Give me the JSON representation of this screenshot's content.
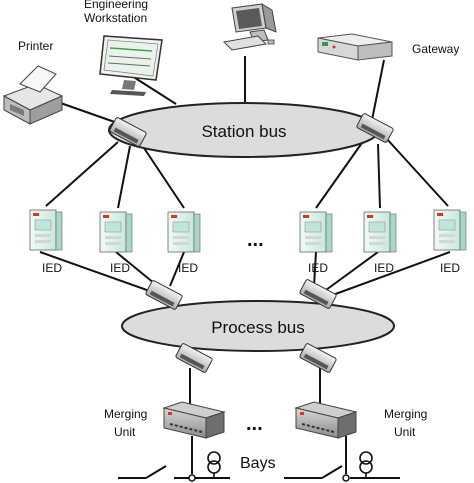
{
  "labels": {
    "engineering_workstation_line1": "Engineering",
    "engineering_workstation_line2": "Workstation",
    "printer": "Printer",
    "gateway": "Gateway",
    "station_bus": "Station bus",
    "process_bus": "Process bus",
    "ied": "IED",
    "ellipsis": "...",
    "merging_unit_line1": "Merging",
    "merging_unit_line2": "Unit",
    "bays": "Bays"
  },
  "icons": {
    "switch": "network-switch-icon",
    "ied": "ied-relay-icon",
    "merging_unit": "merging-unit-icon",
    "printer": "printer-icon",
    "workstation": "workstation-icon",
    "computer": "desktop-computer-icon",
    "gateway": "gateway-icon",
    "breaker": "circuit-breaker-icon",
    "transformer": "current-transformer-icon"
  },
  "colors": {
    "bus_fill": "#dcdcdc",
    "bus_stroke": "#222222",
    "ied_fill": "#dff3ec",
    "ied_panel": "#bfe6dc",
    "ied_led": "#d9342b",
    "device_grey": "#bdbdbd",
    "line": "#111111"
  }
}
